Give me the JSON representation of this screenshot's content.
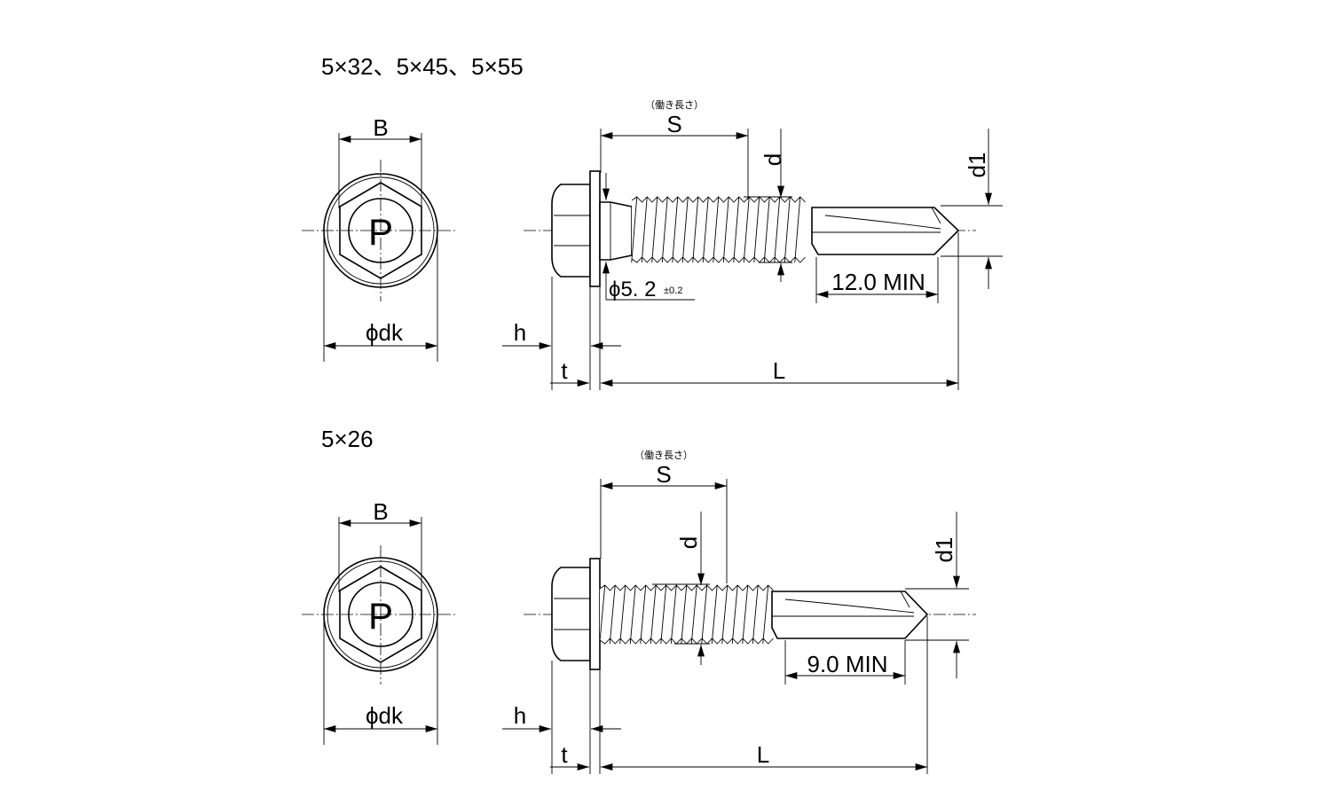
{
  "drawings": [
    {
      "title": "5×32、5×45、5×55",
      "front_view": {
        "hex_label": "B",
        "diameter_label": "ϕdk",
        "head_mark": "P"
      },
      "side_view": {
        "working_length_note": "（働き長さ）",
        "working_length_label": "S",
        "thread_dia_label": "d",
        "drill_dia_label": "d1",
        "drill_length": "12.0 MIN",
        "shank_dia": "ϕ5. 2",
        "shank_tol": "±0.2",
        "head_height_label": "h",
        "washer_label": "t",
        "length_label": "L"
      }
    },
    {
      "title": "5×26",
      "front_view": {
        "hex_label": "B",
        "diameter_label": "ϕdk",
        "head_mark": "P"
      },
      "side_view": {
        "working_length_note": "（働き長さ）",
        "working_length_label": "S",
        "thread_dia_label": "d",
        "drill_dia_label": "d1",
        "drill_length": "9.0 MIN",
        "head_height_label": "h",
        "washer_label": "t",
        "length_label": "L"
      }
    }
  ]
}
